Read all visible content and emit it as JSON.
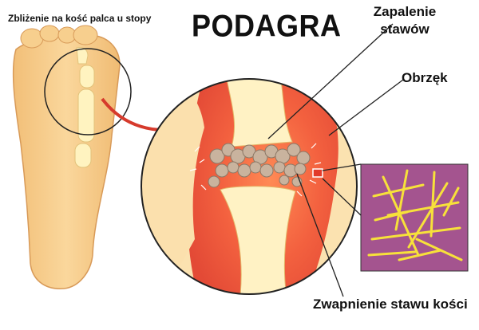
{
  "title": "PODAGRA",
  "caption": "Zbliżenie na kość palca u stopy",
  "labels": {
    "inflammation_line1": "Zapalenie",
    "inflammation_line2": "stawów",
    "swelling": "Obrzęk",
    "calcification": "Zwapnienie stawu kości"
  },
  "colors": {
    "skin": "#f7cf8e",
    "skin_outline": "#d8a060",
    "bone": "#fff6c8",
    "inflammation": "#f05a3c",
    "deposits": "#c9b39e",
    "crystal_background": "#a4548f",
    "crystals": "#f7e13a",
    "arrow": "#d63a2c"
  },
  "icons": [
    "foot-illustration",
    "magnifier-circle",
    "joint-closeup",
    "crystal-inset",
    "curved-arrow"
  ]
}
